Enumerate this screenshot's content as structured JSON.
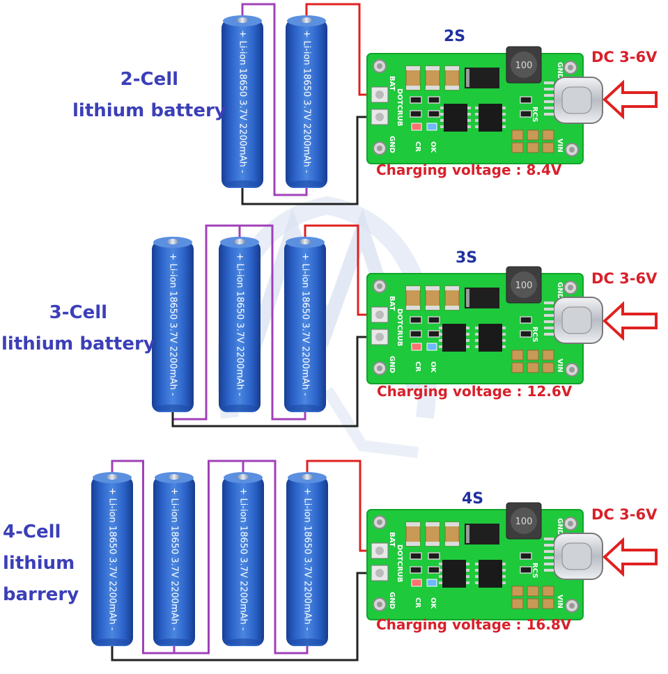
{
  "battery_label": "+ Li-ion 18650 3.7V 2200mAh -",
  "board_text": {
    "bat": "BAT",
    "gnd_left": "GND",
    "dotcrub": "DOTCRUB",
    "inductor": "100",
    "gnd_right": "GND",
    "rcs": "RCS",
    "vin": "VIN",
    "cr": "CR",
    "ok": "OK"
  },
  "sections": [
    {
      "cell_label_lines": [
        "2-Cell",
        "lithium battery"
      ],
      "model": "2S",
      "input": "DC 3-6V",
      "charging_voltage": "Charging voltage : 8.4V"
    },
    {
      "cell_label_lines": [
        "3-Cell",
        "lithium battery"
      ],
      "model": "3S",
      "input": "DC 3-6V",
      "charging_voltage": "Charging voltage : 12.6V"
    },
    {
      "cell_label_lines": [
        "4-Cell",
        "lithium",
        "barrery"
      ],
      "model": "4S",
      "input": "DC 3-6V",
      "charging_voltage": "Charging voltage : 16.8V"
    }
  ],
  "colors": {
    "battery": "#2b5fc2",
    "board": "#1ec93c",
    "wire_positive": "#e02020",
    "wire_series": "#a040b8",
    "wire_negative": "#222222",
    "text_blue": "#3b3fb8",
    "text_red": "#d8202a"
  }
}
